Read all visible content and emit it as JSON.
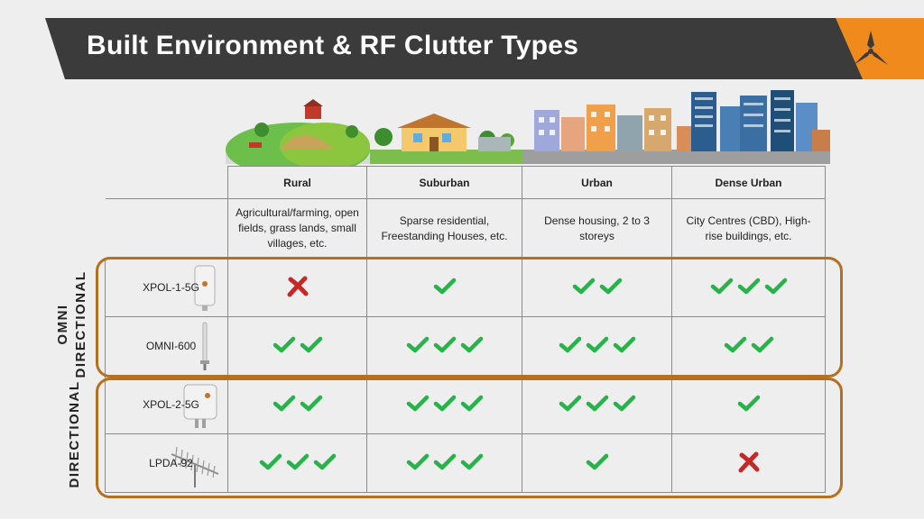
{
  "header": {
    "title": "Built Environment & RF Clutter Types",
    "bar_color": "#3b3b3b",
    "accent_color": "#f08a1d",
    "logo_icon": "tri-blade-logo-icon"
  },
  "columns": [
    {
      "label": "Rural",
      "description": "Agricultural/farming, open fields, grass lands, small villages, etc."
    },
    {
      "label": "Suburban",
      "description": "Sparse residential, Freestanding Houses, etc."
    },
    {
      "label": "Urban",
      "description": "Dense housing, 2 to 3 storeys"
    },
    {
      "label": "Dense Urban",
      "description": "City Centres (CBD), High-rise buildings, etc."
    }
  ],
  "groups": [
    {
      "label": "OMNI DIRECTIONAL",
      "lines": [
        "OMNI",
        "DIRECTIONAL"
      ]
    },
    {
      "label": "DIRECTIONAL"
    }
  ],
  "rows": [
    {
      "device": "XPOL-1-5G",
      "device_icon": "xpol-omni-antenna-icon",
      "ratings": [
        0,
        1,
        2,
        3
      ]
    },
    {
      "device": "OMNI-600",
      "device_icon": "omni-pole-antenna-icon",
      "ratings": [
        2,
        3,
        3,
        2
      ]
    },
    {
      "device": "XPOL-2-5G",
      "device_icon": "xpol-panel-antenna-icon",
      "ratings": [
        2,
        3,
        3,
        1
      ]
    },
    {
      "device": "LPDA-92",
      "device_icon": "lpda-yagi-antenna-icon",
      "ratings": [
        3,
        3,
        1,
        0
      ]
    }
  ],
  "legend": {
    "check_color": "#27b24a",
    "cross_color": "#c62828",
    "group_outline_color": "#b5701f"
  }
}
